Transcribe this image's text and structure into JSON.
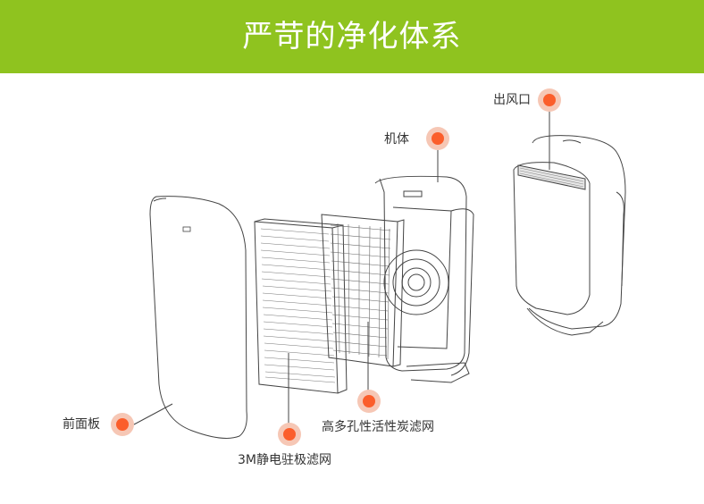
{
  "header": {
    "title": "严苛的净化体系"
  },
  "labels": {
    "outlet": "出风口",
    "body": "机体",
    "front_panel": "前面板",
    "filter_3m": "3M静电驻极滤网",
    "carbon_filter": "高多孔性活性炭滤网"
  },
  "colors": {
    "accent": "#8fc31f",
    "marker": "#fb5e2b",
    "marker_halo": "#f6c7b5"
  }
}
